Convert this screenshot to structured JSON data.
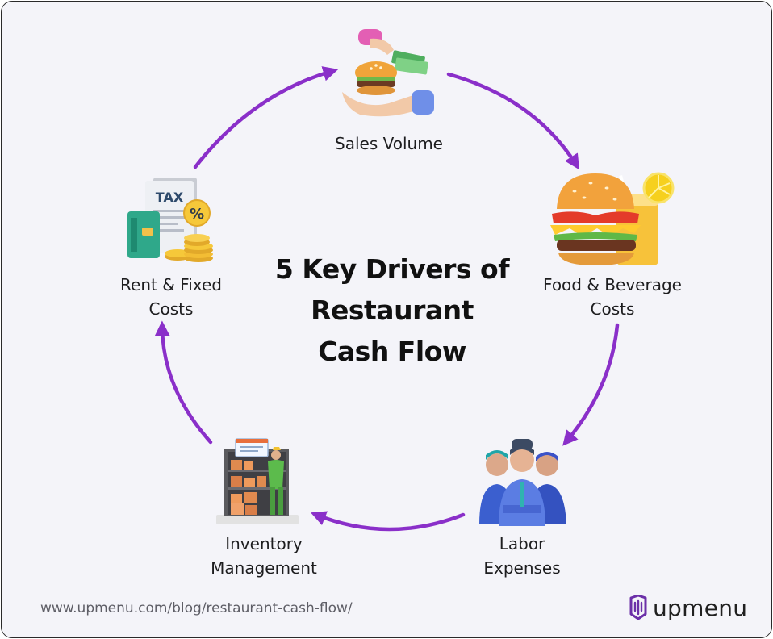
{
  "title": {
    "line1": "5 Key Drivers of",
    "line2": "Restaurant",
    "line3": "Cash Flow"
  },
  "cycle": [
    {
      "id": "sales",
      "lines": [
        "Sales Volume"
      ],
      "icon": "burger-hand-money-icon"
    },
    {
      "id": "food",
      "lines": [
        "Food & Beverage",
        "Costs"
      ],
      "icon": "burger-drink-icon"
    },
    {
      "id": "labor",
      "lines": [
        "Labor",
        "Expenses"
      ],
      "icon": "workers-group-icon"
    },
    {
      "id": "inventory",
      "lines": [
        "Inventory",
        "Management"
      ],
      "icon": "warehouse-shelves-icon"
    },
    {
      "id": "rent",
      "lines": [
        "Rent & Fixed",
        "Costs"
      ],
      "icon": "tax-bill-coins-icon"
    }
  ],
  "icon_text": {
    "tax": "TAX",
    "percent": "%"
  },
  "footer": {
    "url": "www.upmenu.com/blog/restaurant-cash-flow/",
    "brand": "upmenu"
  },
  "colors": {
    "arrow": "#8a2fc9",
    "background": "#f4f4f9",
    "text": "#1d1d1f",
    "brand_icon": "#6b2fa8"
  }
}
